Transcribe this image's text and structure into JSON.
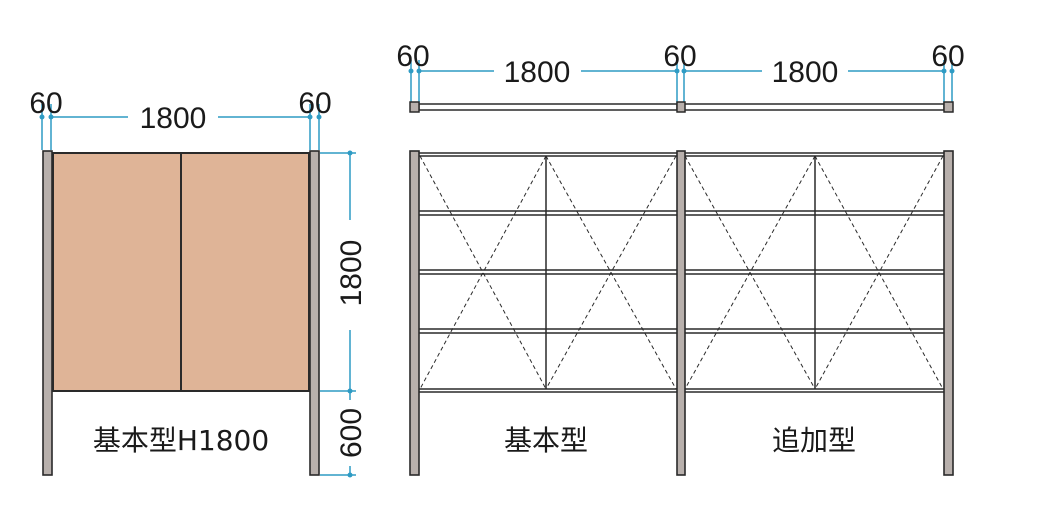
{
  "left_view": {
    "dim_left_post": "60",
    "dim_panel_width": "1800",
    "dim_right_post": "60",
    "dim_panel_height": "1800",
    "dim_base_height": "600",
    "caption": "基本型H1800"
  },
  "right_view": {
    "dim_left_post": "60",
    "dim_span_1": "1800",
    "dim_mid_post": "60",
    "dim_span_2": "1800",
    "dim_right_post": "60",
    "caption_basic": "基本型",
    "caption_add": "追加型"
  },
  "colors": {
    "panel_fill": "#DFB497",
    "post_fill": "#B8B0AC",
    "dim_line": "#2E9BC4",
    "outline": "#2a2a2a"
  }
}
